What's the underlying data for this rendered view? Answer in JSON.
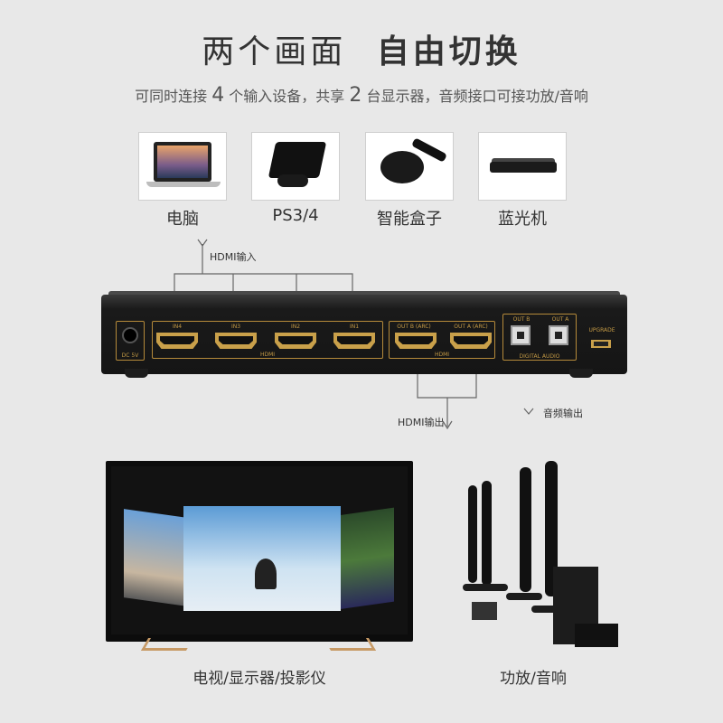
{
  "title": {
    "part1": "两个画面",
    "part2": "自由切换"
  },
  "subtitle": {
    "text1": "可同时连接",
    "num_inputs": "4",
    "text2": "个输入设备，共享",
    "num_displays": "2",
    "text3": "台显示器，音频接口可接功放/音响"
  },
  "sources": [
    {
      "label": "电脑",
      "icon": "laptop-icon"
    },
    {
      "label": "PS3/4",
      "icon": "game-console-icon"
    },
    {
      "label": "智能盒子",
      "icon": "smart-box-icon"
    },
    {
      "label": "蓝光机",
      "icon": "bluray-player-icon"
    }
  ],
  "labels": {
    "hdmi_input": "HDMI输入",
    "hdmi_output": "HDMI输出",
    "audio_output": "音频输出"
  },
  "device": {
    "dc": "DC 5V",
    "inputs": [
      "IN4",
      "IN3",
      "IN2",
      "IN1"
    ],
    "input_group": "HDMI",
    "outputs": [
      "OUT B (ARC)",
      "OUT A (ARC)"
    ],
    "output_group": "HDMI",
    "audio_ports": [
      "OUT B",
      "OUT A"
    ],
    "audio_group": "DIGITAL AUDIO",
    "upgrade": "UPGRADE"
  },
  "outputs": {
    "tv_label": "电视/显示器/投影仪",
    "speaker_label": "功放/音响"
  },
  "colors": {
    "background": "#e8e8e8",
    "accent_gold": "#c49a45",
    "device_body": "#151515"
  }
}
